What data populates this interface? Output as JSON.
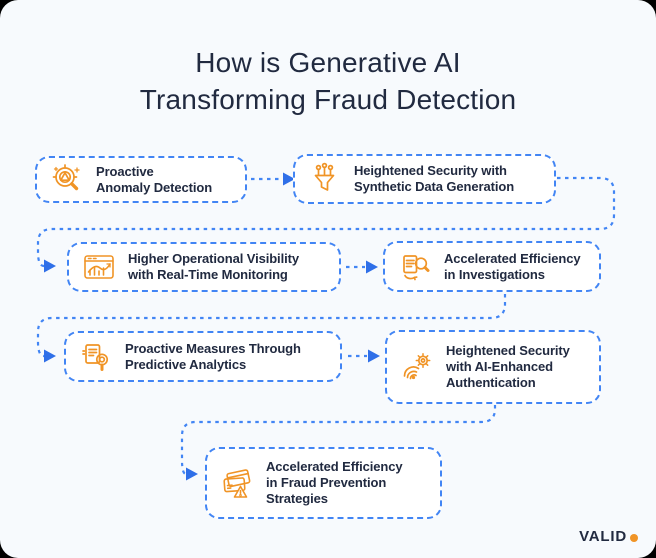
{
  "page": {
    "title_lines": [
      "How is Generative AI",
      "Transforming Fraud Detection"
    ]
  },
  "steps": [
    {
      "icon": "anomaly-detection-icon",
      "label": [
        "Proactive",
        "Anomaly Detection"
      ]
    },
    {
      "icon": "synthetic-data-icon",
      "label": [
        "Heightened Security with",
        "Synthetic Data Generation"
      ]
    },
    {
      "icon": "realtime-monitoring-icon",
      "label": [
        "Higher Operational Visibility",
        "with Real-Time Monitoring"
      ]
    },
    {
      "icon": "investigations-icon",
      "label": [
        "Accelerated Efficiency",
        "in Investigations"
      ]
    },
    {
      "icon": "predictive-analytics-icon",
      "label": [
        "Proactive Measures Through",
        "Predictive Analytics"
      ]
    },
    {
      "icon": "authentication-icon",
      "label": [
        "Heightened Security",
        "with AI-Enhanced",
        "Authentication"
      ]
    },
    {
      "icon": "fraud-prevention-icon",
      "label": [
        "Accelerated Efficiency",
        "in Fraud Prevention",
        "Strategies"
      ]
    }
  ],
  "brand": {
    "name": "VALID"
  },
  "colors": {
    "accent_blue": "#4285F4",
    "arrow_blue": "#2F6FE8",
    "icon_orange": "#F09426",
    "text_dark": "#212A40",
    "card_bg": "#F7FAFD",
    "box_bg": "#FFFFFF"
  }
}
